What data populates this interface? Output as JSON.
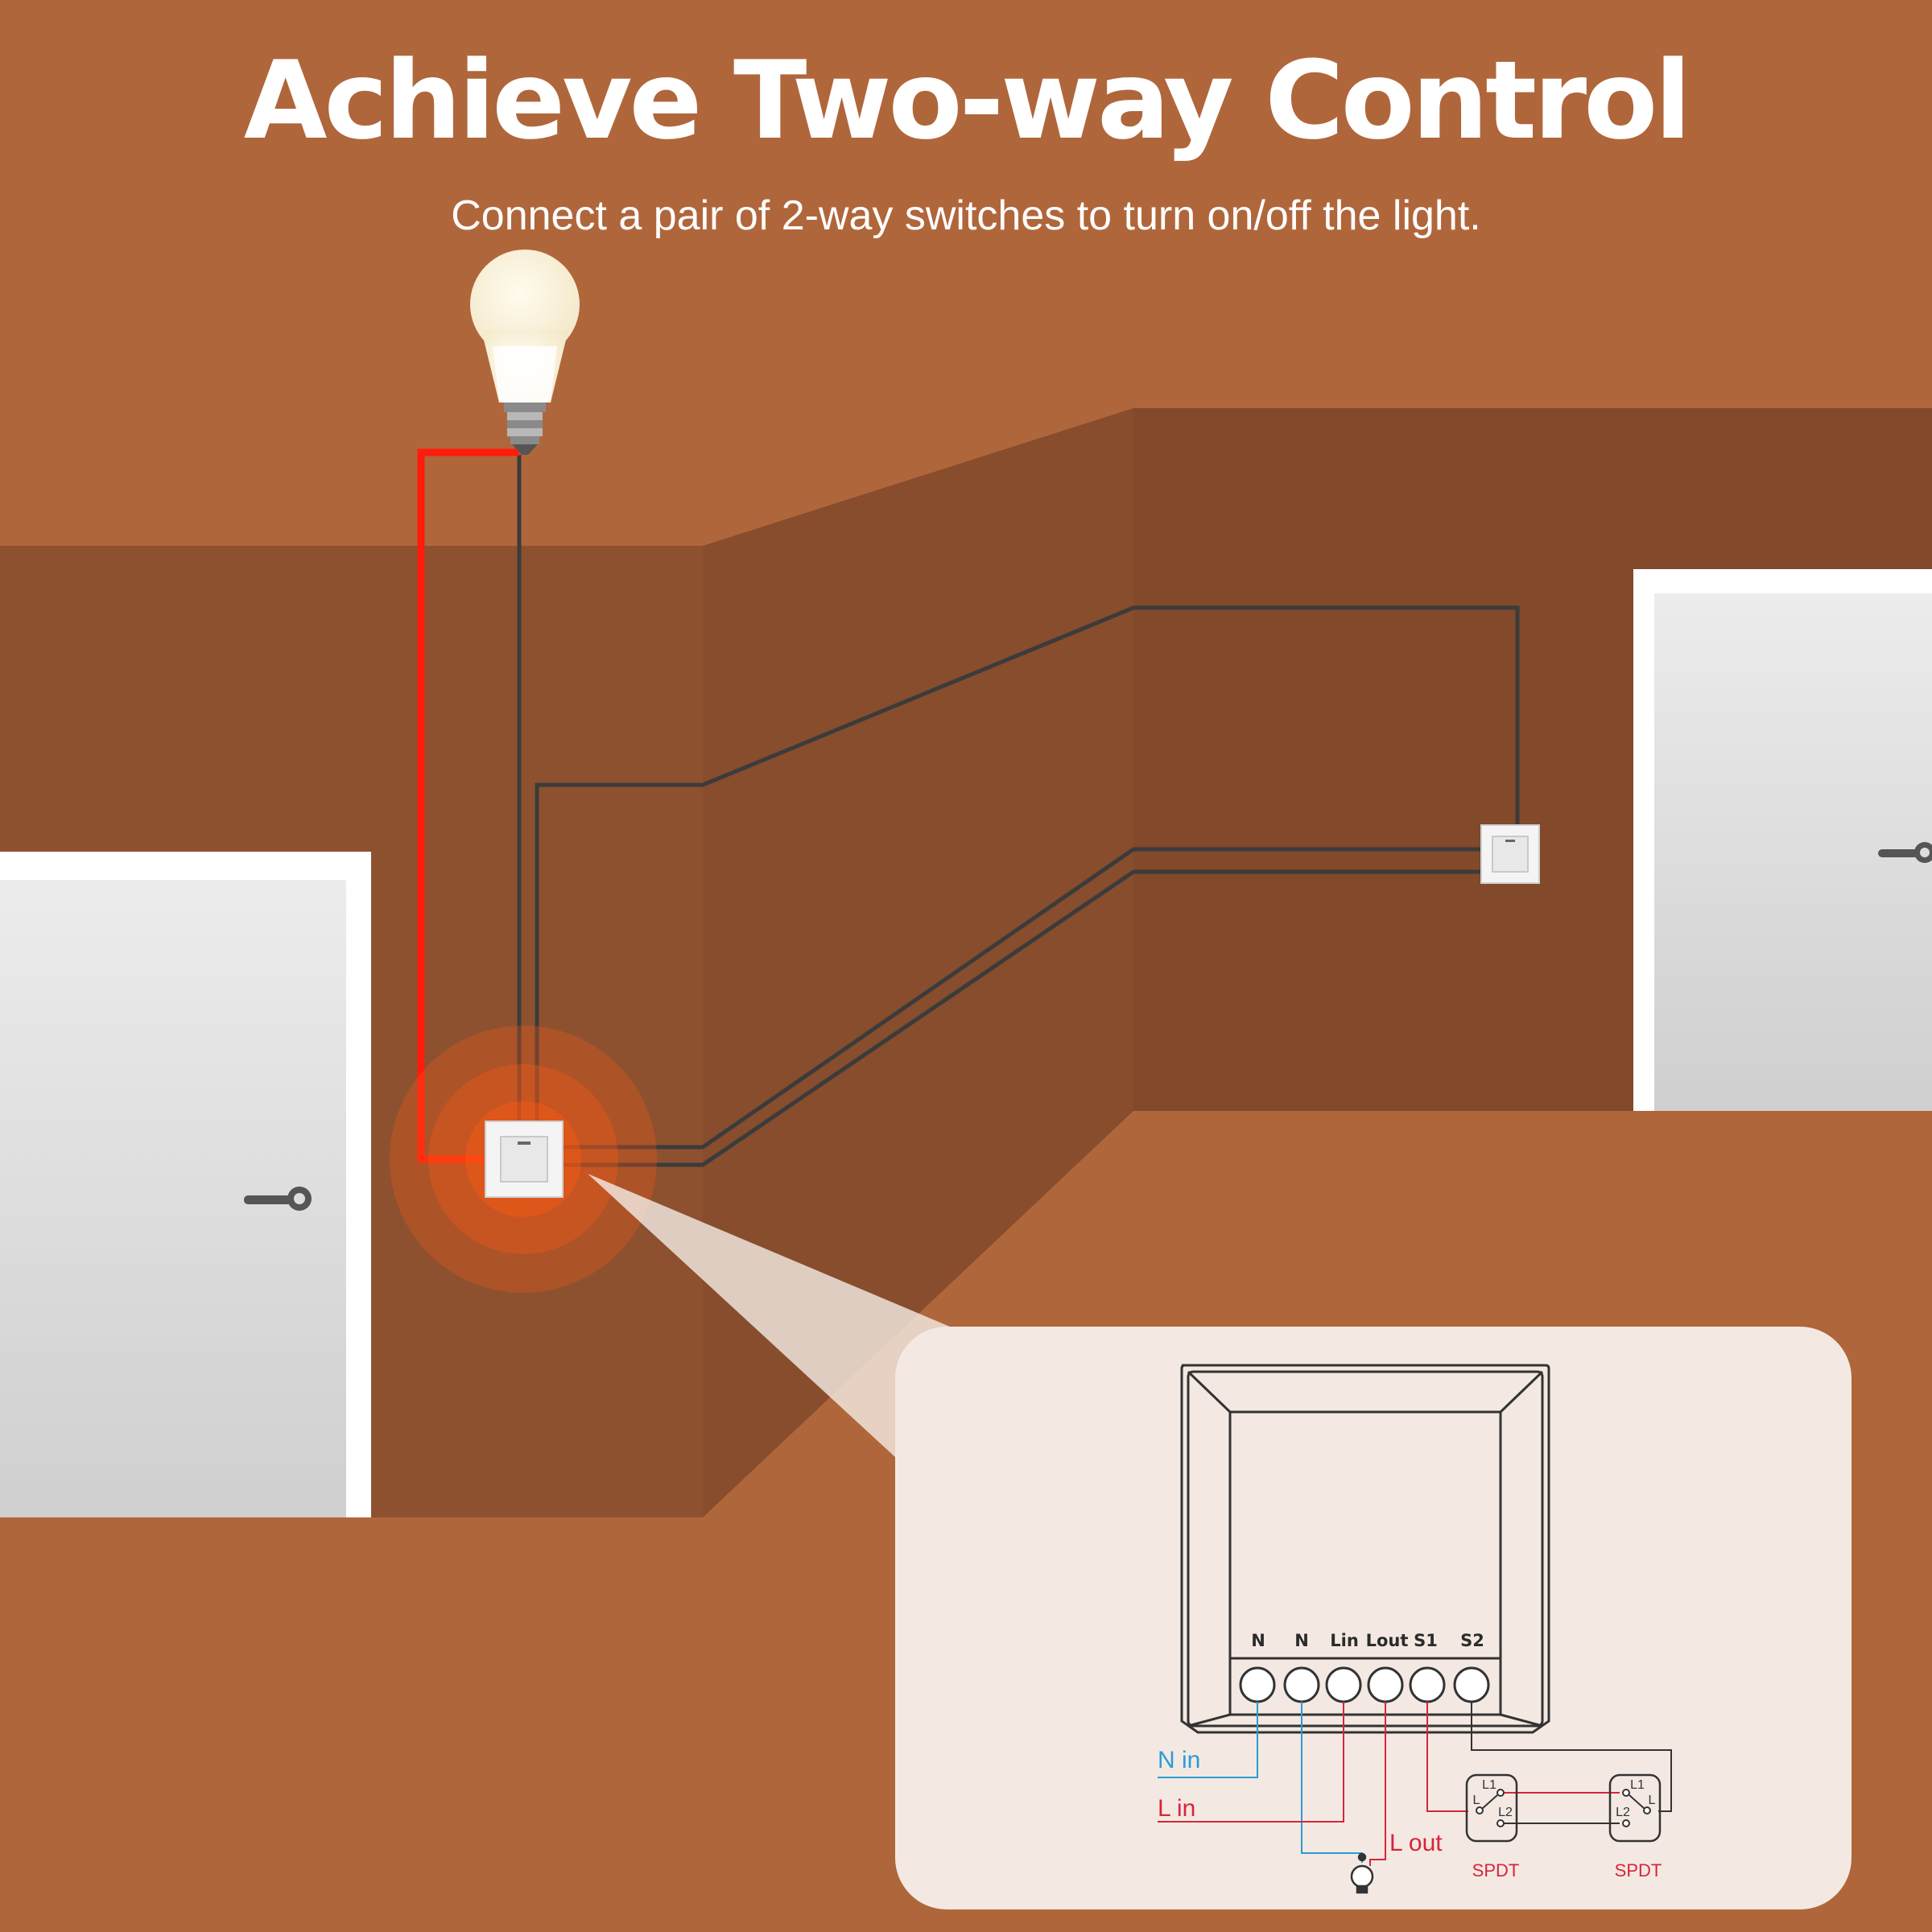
{
  "header": {
    "title": "Achieve Two-way Control",
    "subtitle": "Connect a pair of 2-way switches to turn on/off the light."
  },
  "diagram": {
    "terminals": [
      "N",
      "N",
      "Lin",
      "Lout",
      "S1",
      "S2"
    ],
    "wire_labels": {
      "n_in": "N in",
      "l_in": "L in",
      "l_out": "L out"
    },
    "switch_pins": {
      "l1": "L1",
      "l2": "L2",
      "l": "L"
    },
    "switches": [
      "SPDT",
      "SPDT"
    ]
  },
  "colors": {
    "background": "#b0663b",
    "wall_left": "#8d5130",
    "wall_right": "#844a2b",
    "live_wire": "#ff1c0c",
    "neutral_label": "#2a9bd8",
    "live_label": "#d8243b",
    "panel": "#f3e9e2"
  },
  "icons": [
    "light-bulb-icon",
    "wall-switch-icon",
    "door-handle-icon",
    "mini-bulb-icon",
    "spdt-switch-icon"
  ]
}
